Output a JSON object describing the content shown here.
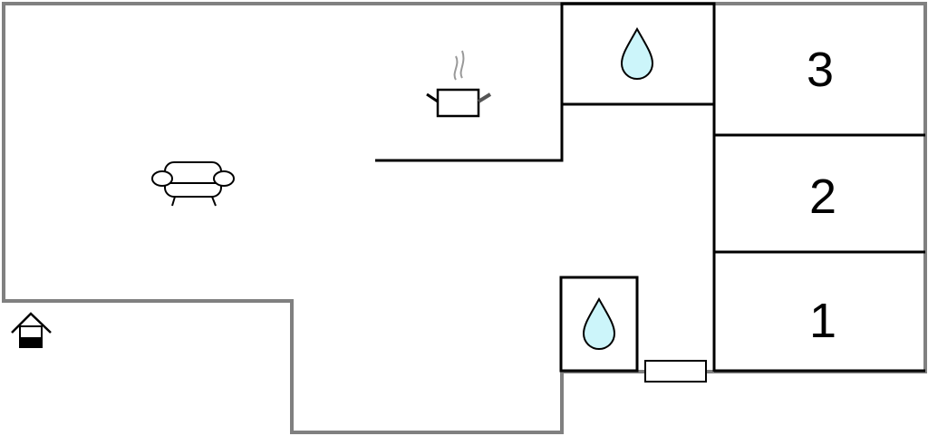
{
  "floorplan": {
    "rooms": [
      {
        "label": "3"
      },
      {
        "label": "2"
      },
      {
        "label": "1"
      }
    ],
    "icons": [
      "sofa-icon",
      "cooking-pot-icon",
      "water-drop-icon",
      "water-drop-icon",
      "entrance-house-icon"
    ],
    "colors": {
      "outer_wall": "#808080",
      "inner_wall": "#000000",
      "water": "#ccf5fa"
    }
  }
}
